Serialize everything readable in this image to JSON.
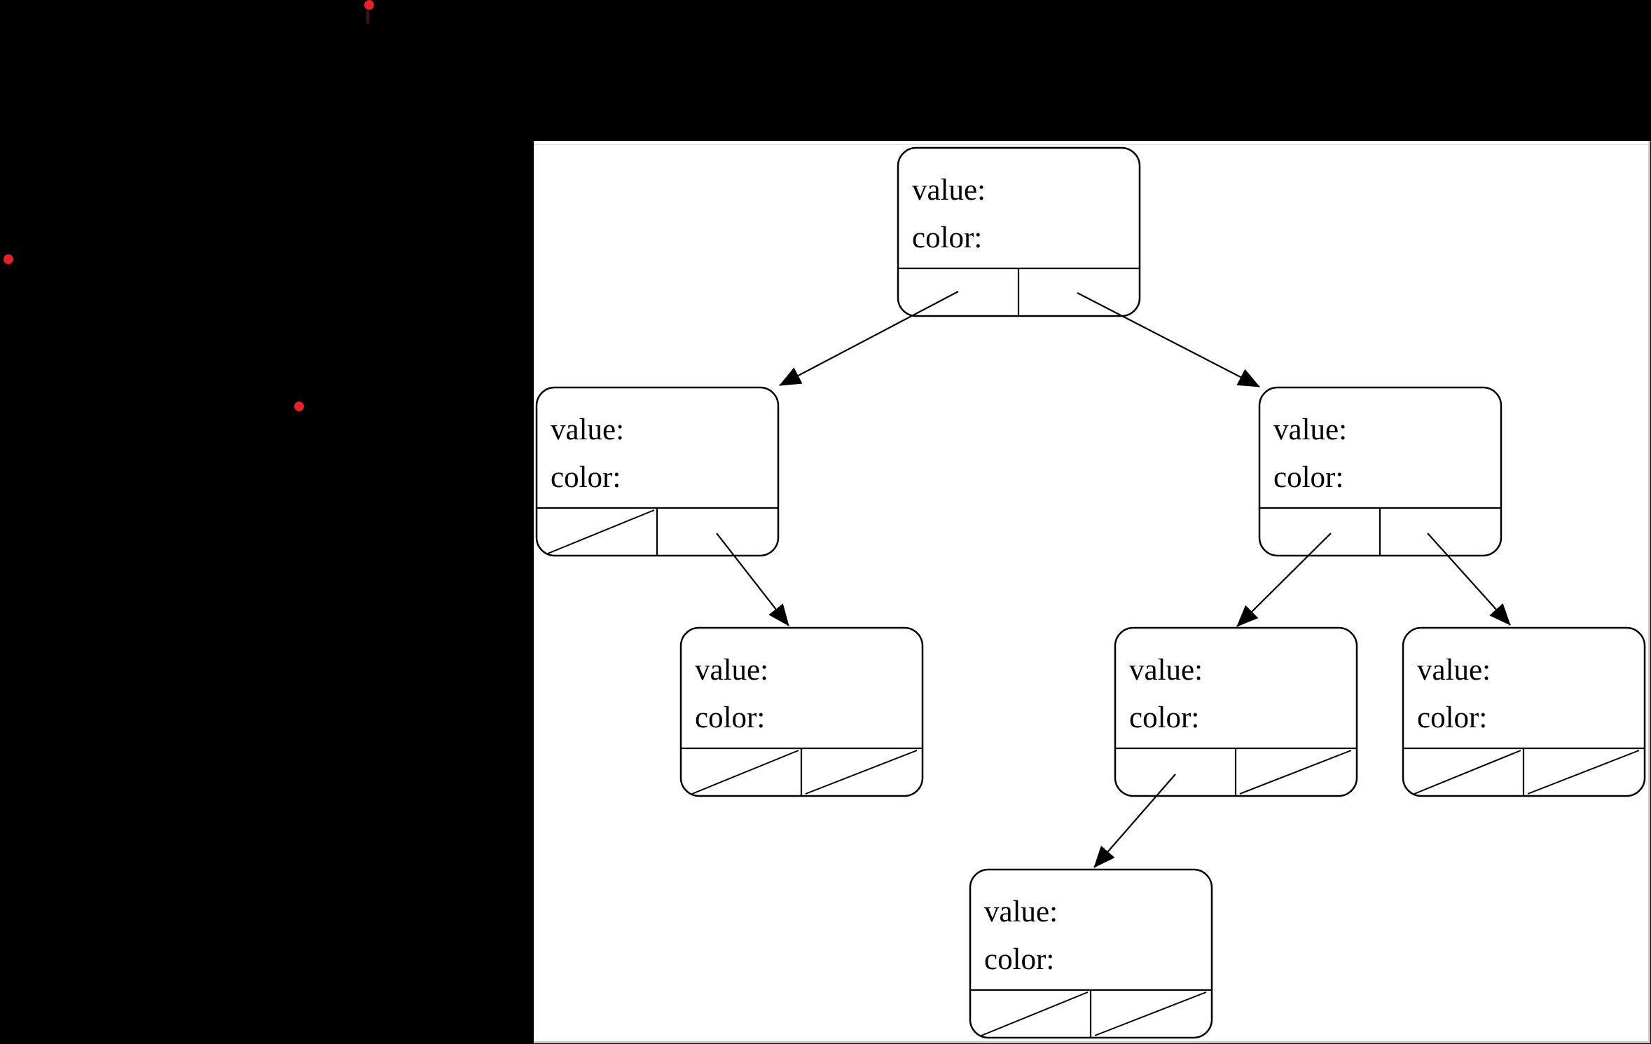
{
  "page": {
    "background": "#000000"
  },
  "panel": {
    "background": "#ffffff",
    "edge_border_color": "#c9c9c9",
    "top_hairline_color": "#dcdcdc"
  },
  "markers": {
    "dot_color": "#e32126",
    "trail_color": "#4a1413",
    "dots": [
      {
        "x": "527",
        "y": "7",
        "r": "7"
      },
      {
        "x": "12",
        "y": "370",
        "r": "7"
      },
      {
        "x": "427",
        "y": "580",
        "r": "7"
      }
    ]
  },
  "tree": {
    "diagram_type": "red-black-tree-node-template",
    "line_color": "#000000",
    "nodes": [
      {
        "id": "root",
        "value_label": "value:",
        "color_label": "color:",
        "left_pointer": "left-child",
        "right_pointer": "right-child"
      },
      {
        "id": "left-child",
        "value_label": "value:",
        "color_label": "color:",
        "left_pointer": "null",
        "right_pointer": "left-right-grandchild"
      },
      {
        "id": "right-child",
        "value_label": "value:",
        "color_label": "color:",
        "left_pointer": "right-left-grandchild",
        "right_pointer": "right-right-grandchild"
      },
      {
        "id": "left-right-grandchild",
        "value_label": "value:",
        "color_label": "color:",
        "left_pointer": "null",
        "right_pointer": "null"
      },
      {
        "id": "right-left-grandchild",
        "value_label": "value:",
        "color_label": "color:",
        "left_pointer": "bottom-node",
        "right_pointer": "null"
      },
      {
        "id": "right-right-grandchild",
        "value_label": "value:",
        "color_label": "color:",
        "left_pointer": "null",
        "right_pointer": "null"
      },
      {
        "id": "bottom-node",
        "value_label": "value:",
        "color_label": "color:",
        "left_pointer": "null",
        "right_pointer": "null"
      }
    ]
  }
}
